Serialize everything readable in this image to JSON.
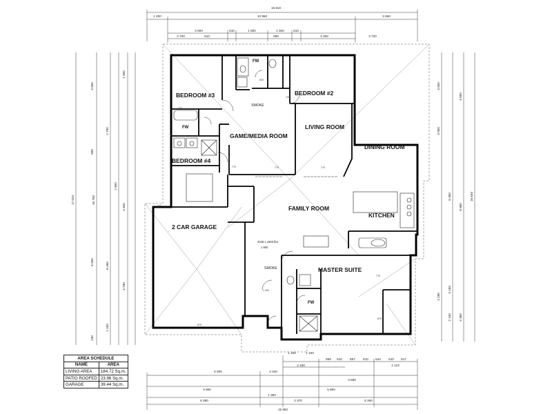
{
  "rooms": {
    "bedroom3": "BEDROOM #3",
    "bedroom2": "BEDROOM #2",
    "bedroom4": "BEDROOM #4",
    "game_media": "GAME/MEDIA ROOM",
    "living": "LIVING ROOM",
    "dining": "DINING ROOM",
    "family": "FAMILY ROOM",
    "kitchen": "KITCHEN",
    "garage": "2 CAR GARAGE",
    "master": "MASTER SUITE",
    "fw_top": "FW",
    "fw_left": "FW",
    "fw_ensuite": "FW"
  },
  "notes": {
    "smoke_top": "SMOKE",
    "smoke_bottom": "SMOKE",
    "garage_door": "2048 x 1800 flat",
    "garage_door_2": "1 800"
  },
  "dimensions": {
    "top_row1": [
      "1 200",
      "10 950",
      "3 660"
    ],
    "top_total": "15 810",
    "top_row2": [
      "3 000",
      "510",
      "1 800",
      "1 500",
      "510"
    ],
    "top_row3": [
      "2 700",
      "510",
      "900",
      "3 300",
      "3 720"
    ],
    "left_outer": "17 020",
    "left_inner": "16 700",
    "left_segments": [
      "3 000",
      "1 900",
      "2 790",
      "900",
      "4 400",
      "6 480",
      "6 000",
      "4 290",
      "2 850",
      "1 250",
      "230"
    ],
    "right_outer": "16 640",
    "right_inner": "8 960",
    "right_segments": [
      "3 000",
      "3 900",
      "4 950",
      "4 290",
      "6 360",
      "2 100",
      "4 360",
      "3 160"
    ],
    "bottom_row1": [
      "859",
      "610",
      "857",
      "610",
      "644",
      "610",
      "617"
    ],
    "bottom_row1b": [
      "1 100",
      "1 100",
      "1 123"
    ],
    "bottom_row2": [
      "5 900",
      "3 100",
      "2 190",
      "3 580"
    ],
    "bottom_row3": [
      "5 900",
      "5 860"
    ],
    "bottom_row4": [
      "6 380",
      "1 350",
      "2 370",
      "5 260"
    ],
    "bottom_total": "15 960",
    "door_codes": [
      "770",
      "720",
      "820",
      "620",
      "870",
      "1 200"
    ]
  },
  "area_schedule": {
    "title": "AREA SCHEDULE",
    "headers": [
      "NAME",
      "AREA"
    ],
    "rows": [
      {
        "name": "LIVING AREA",
        "area": "184.72 Sq.m."
      },
      {
        "name": "PATIO ROOFED",
        "area": "23.96 Sq.m."
      },
      {
        "name": "GARAGE",
        "area": "39.44 Sq.m."
      }
    ]
  }
}
